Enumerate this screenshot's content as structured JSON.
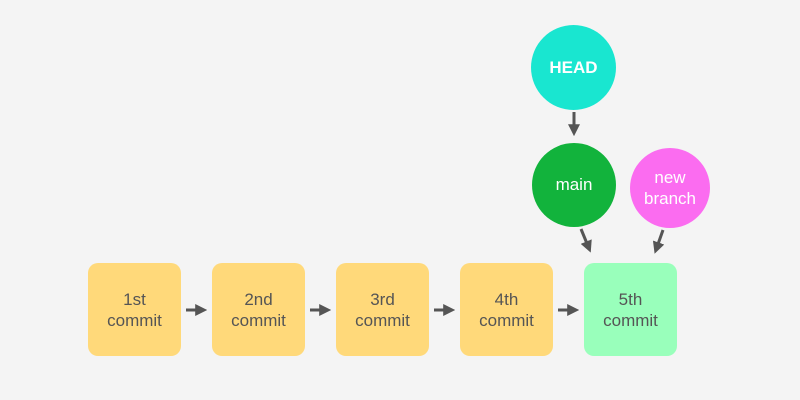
{
  "colors": {
    "background": "#f4f4f4",
    "commit": "#ffd97a",
    "commit_current": "#99ffbb",
    "head": "#19e6d0",
    "main": "#12b33c",
    "new_branch": "#fb6cf0",
    "arrow": "#555555"
  },
  "commits": [
    {
      "line1": "1st",
      "line2": "commit"
    },
    {
      "line1": "2nd",
      "line2": "commit"
    },
    {
      "line1": "3rd",
      "line2": "commit"
    },
    {
      "line1": "4th",
      "line2": "commit"
    },
    {
      "line1": "5th",
      "line2": "commit"
    }
  ],
  "refs": {
    "head": {
      "label": "HEAD"
    },
    "main": {
      "label": "main"
    },
    "new_branch": {
      "line1": "new",
      "line2": "branch"
    }
  }
}
